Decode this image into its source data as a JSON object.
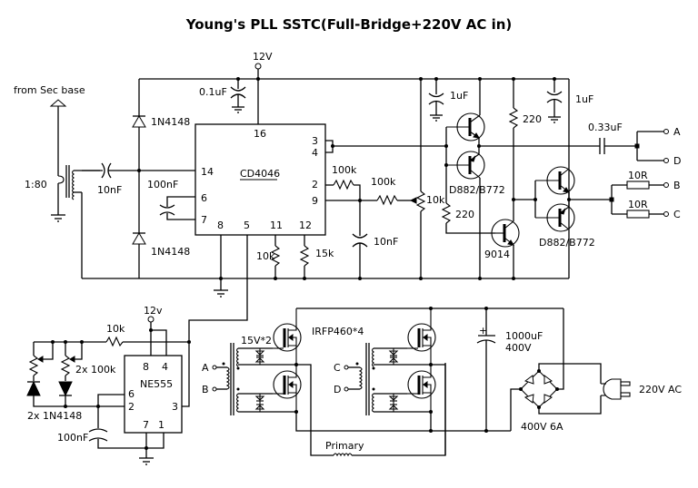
{
  "title": "Young's PLL SSTC(Full-Bridge+220V AC in)",
  "labels": {
    "from_sec_base": "from Sec base",
    "ratio": "1:80",
    "cap_10nF_in": "10nF",
    "diode_top": "1N4148",
    "diode_bottom": "1N4148",
    "cap_100nF_vco": "100nF",
    "supply_12V": "12V",
    "cap_0_1uF": "0.1uF",
    "cd4046": "CD4046",
    "pin16": "16",
    "pin3": "3",
    "pin4": "4",
    "pin14": "14",
    "pin6": "6",
    "pin7": "7",
    "pin2": "2",
    "pin9": "9",
    "pin8": "8",
    "pin5": "5",
    "pin11": "11",
    "pin12": "12",
    "r_100k_a": "100k",
    "r_100k_b": "100k",
    "pot_10k": "10k",
    "cap_10nF_filter": "10nF",
    "r_10k_pin11": "10k",
    "r_15k_pin12": "15k",
    "cap_1uF_a": "1uF",
    "cap_1uF_b": "1uF",
    "r_220_top": "220",
    "r_220_mid": "220",
    "q_pair_1": "D882/B772",
    "q_9014": "9014",
    "q_pair_2": "D882/B772",
    "cap_0_33uF": "0.33uF",
    "out_A": "A",
    "out_D": "D",
    "out_B": "B",
    "out_C": "C",
    "r_10R_b": "10R",
    "r_10R_c": "10R",
    "supply_12v_555": "12v",
    "r_10k_555": "10k",
    "pots_2x100k": "2x 100k",
    "diodes_2x": "2x 1N4148",
    "ne555": "NE555",
    "ne_pin8": "8",
    "ne_pin4": "4",
    "ne_pin6": "6",
    "ne_pin2": "2",
    "ne_pin3": "3",
    "ne_pin7": "7",
    "ne_pin1": "1",
    "cap_100nF_555": "100nF",
    "gdt_15v": "15V*2",
    "irfp": "IRFP460*4",
    "gdt_in_A": "A",
    "gdt_in_B": "B",
    "gdt_in_C": "C",
    "gdt_in_D": "D",
    "primary": "Primary",
    "cap_1000uF": "1000uF",
    "cap_400V": "400V",
    "bridge": "400V 6A",
    "ac_in": "220V AC"
  }
}
